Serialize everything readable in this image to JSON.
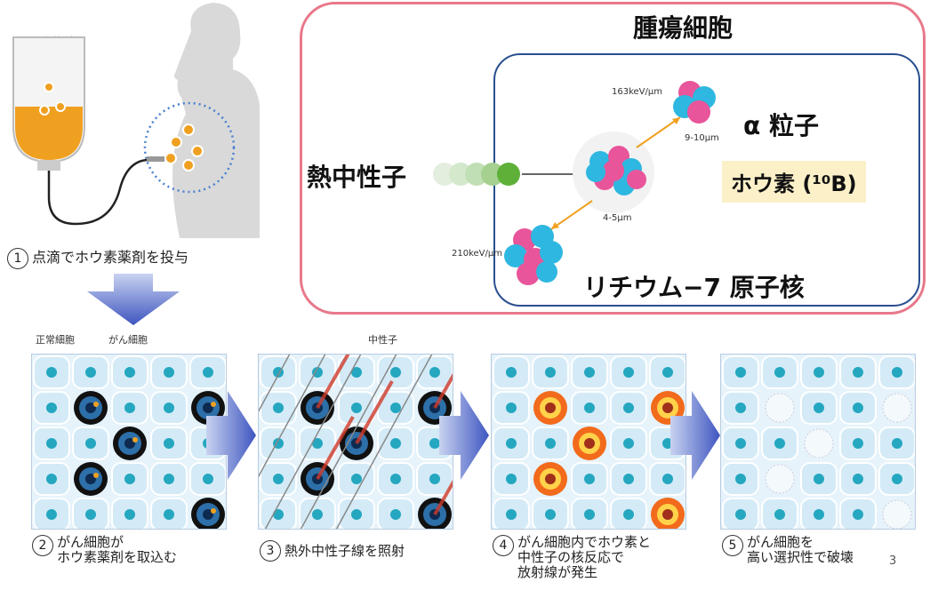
{
  "colors": {
    "tumor_border": "#e8788a",
    "cell_border": "#2a4f8f",
    "boron_bg": "#fbf0c8",
    "arrow_blue": "#4a63c4",
    "drug_orange": "#f0a020"
  },
  "top_left": {
    "drug_label": "ホウ素薬剤",
    "step1": {
      "num": "1",
      "text": "点滴でホウ素薬剤を投与"
    }
  },
  "tumor": {
    "title": "腫瘍細胞",
    "neutron": "熱中性子",
    "alpha": "α 粒子",
    "boron": "ホウ素 (¹⁰B)",
    "lithium": "リチウム−7 原子核",
    "alpha_energy": "163keV/μm",
    "alpha_range": "9-10μm",
    "li_range": "4-5μm",
    "li_energy": "210keV/μm"
  },
  "panels": {
    "normal_cell": "正常細胞",
    "cancer_cell": "がん細胞",
    "neutron": "中性子",
    "steps": [
      {
        "num": "2",
        "line1": "がん細胞が",
        "line2": "ホウ素薬剤を取込む",
        "line3": ""
      },
      {
        "num": "3",
        "line1": "熱外中性子線を照射",
        "line2": "",
        "line3": ""
      },
      {
        "num": "4",
        "line1": "がん細胞内でホウ素と",
        "line2": "中性子の核反応で",
        "line3": "放射線が発生"
      },
      {
        "num": "5",
        "line1": "がん細胞を",
        "line2": "高い選択性で破壊",
        "line3": ""
      }
    ]
  },
  "page_number": "3"
}
